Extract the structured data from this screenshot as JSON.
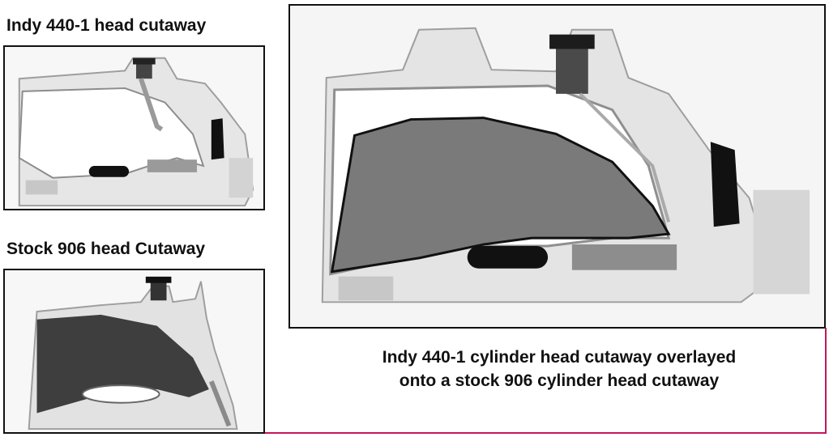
{
  "panels": {
    "top_left": {
      "title": "Indy 440-1 head cutaway"
    },
    "bottom_left": {
      "title": "Stock 906 head Cutaway"
    },
    "overlay": {
      "caption_line1": "Indy 440-1 cylinder head cutaway  overlayed",
      "caption_line2": "onto a stock 906 cylinder head cutaway"
    }
  },
  "colors": {
    "frame": "#111111",
    "accent_line": "#c2185b",
    "metal_light": "#e8e8e8",
    "metal_mid": "#bdbdbd",
    "port_dark": "#3a3a3a",
    "overlay_gray": "#7a7a7a"
  }
}
